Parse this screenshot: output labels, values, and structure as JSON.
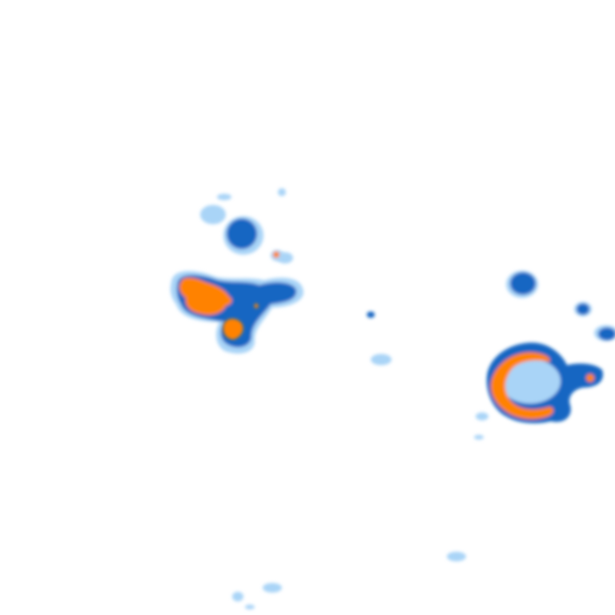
{
  "map": {
    "background": "#ffffff",
    "palette": {
      "light": "#a9d4f7",
      "mid": "#2f86d6",
      "dark": "#1766c2",
      "core": "#ff8200"
    },
    "cells": [
      {
        "name": "west-large-cell",
        "intensity": "high"
      },
      {
        "name": "west-small-core-cell",
        "intensity": "high"
      },
      {
        "name": "northwest-cell",
        "intensity": "medium"
      },
      {
        "name": "ring-cell-east",
        "intensity": "high"
      },
      {
        "name": "northeast-cell",
        "intensity": "medium"
      },
      {
        "name": "scattered-light-echoes",
        "intensity": "low"
      }
    ]
  }
}
